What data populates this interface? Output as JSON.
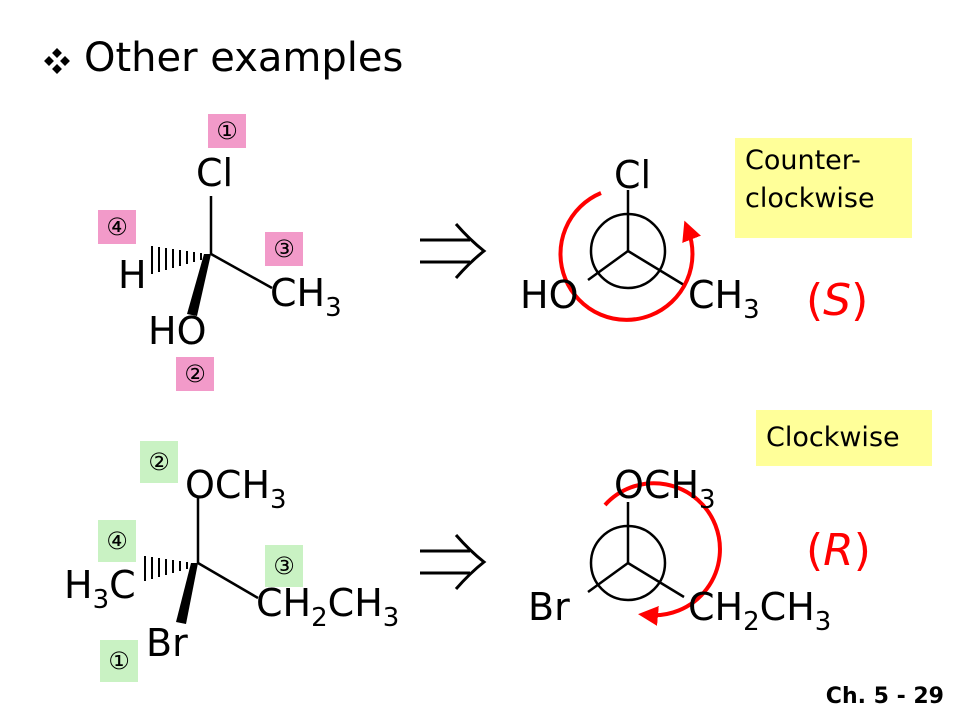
{
  "slide": {
    "title": "Other examples",
    "page_number": "Ch. 5 - 29"
  },
  "example1": {
    "top": "Cl",
    "left": "H",
    "right": "CH3",
    "bottom": "HO",
    "priorities": {
      "top": "①",
      "left": "④",
      "right": "③",
      "bottom": "②"
    },
    "newman": {
      "top": "Cl",
      "left": "HO",
      "right": "CH3"
    },
    "direction_note": [
      "Counter-",
      "clockwise"
    ],
    "configuration": "S"
  },
  "example2": {
    "top": "OCH3",
    "left": "H3C",
    "right": "CH2CH3",
    "bottom": "Br",
    "priorities": {
      "top": "②",
      "left": "④",
      "right": "③",
      "bottom": "①"
    },
    "newman": {
      "top": "OCH3",
      "left": "Br",
      "right": "CH2CH3"
    },
    "direction_note": [
      "Clockwise"
    ],
    "configuration": "R"
  },
  "colors": {
    "arrow": "#ff0000",
    "priority1": "#f29ac9",
    "priority2": "#c9f2c3",
    "note": "#ffff99"
  },
  "icons": {
    "bullet": "diamond-bullet-icon",
    "implies": "implies-arrow-icon"
  }
}
